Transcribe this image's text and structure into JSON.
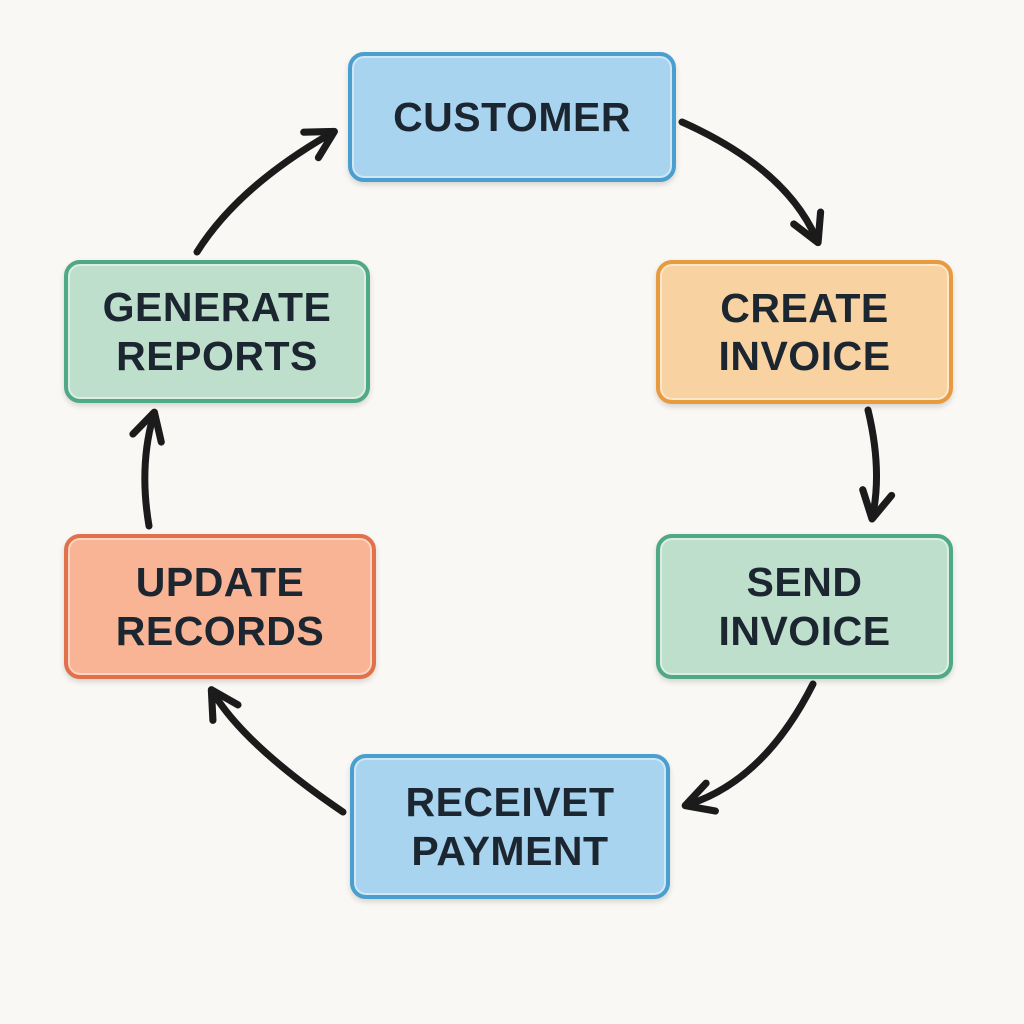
{
  "diagram": {
    "type": "cycle-flowchart",
    "background_color": "#faf8f4",
    "arrow_color": "#1b1b1b",
    "text_color": "#1c2630",
    "nodes": [
      {
        "id": "customer",
        "label": "CUSTOMER",
        "fill": "#a9d4ef",
        "border": "#4a9fd0"
      },
      {
        "id": "create-invoice",
        "label": "CREATE INVOICE",
        "fill": "#f9d2a2",
        "border": "#e89b3e"
      },
      {
        "id": "send-invoice",
        "label": "SEND INVOICE",
        "fill": "#bfdfcd",
        "border": "#4fa986"
      },
      {
        "id": "receivet-payment",
        "label": "RECEIVET PAYMENT",
        "fill": "#a9d4ef",
        "border": "#4a9fd0"
      },
      {
        "id": "update-records",
        "label": "UPDATE RECORDS",
        "fill": "#f8b494",
        "border": "#e0714a"
      },
      {
        "id": "generate-reports",
        "label": "GENERATE REPORTS",
        "fill": "#bfdfcd",
        "border": "#4fa986"
      }
    ],
    "edges": [
      {
        "from": "customer",
        "to": "create-invoice"
      },
      {
        "from": "create-invoice",
        "to": "send-invoice"
      },
      {
        "from": "send-invoice",
        "to": "receivet-payment"
      },
      {
        "from": "receivet-payment",
        "to": "update-records"
      },
      {
        "from": "update-records",
        "to": "generate-reports"
      },
      {
        "from": "generate-reports",
        "to": "customer"
      }
    ]
  }
}
